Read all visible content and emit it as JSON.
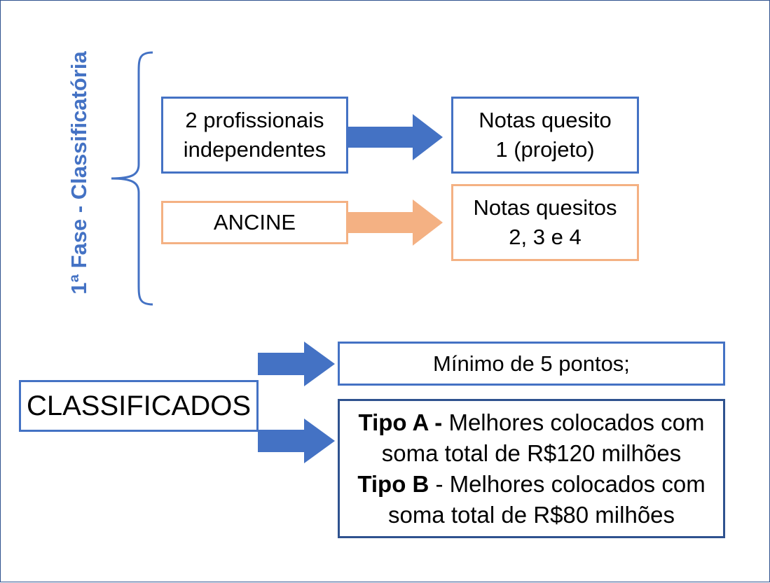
{
  "phase_label": "1ª Fase - Classificatória",
  "boxes": {
    "profissionais": [
      "2 profissionais",
      "independentes"
    ],
    "notas_q1": [
      "Notas quesito",
      "1 (projeto)"
    ],
    "ancine": "ANCINE",
    "notas_q234": [
      "Notas quesitos",
      "2, 3 e 4"
    ],
    "classificados": "CLASSIFICADOS",
    "minimo": "Mínimo de 5 pontos;",
    "tipos": {
      "tipo_a_label": "Tipo A -",
      "tipo_a_text_1": " Melhores colocados com",
      "tipo_a_text_2": "soma total de R$120 milhões",
      "tipo_b_label": "Tipo B",
      "tipo_b_text_1": " - Melhores colocados com",
      "tipo_b_text_2": "soma total de R$80 milhões"
    }
  },
  "colors": {
    "blue": "#4472c4",
    "dark_blue": "#2f528f",
    "orange": "#f4b183"
  }
}
